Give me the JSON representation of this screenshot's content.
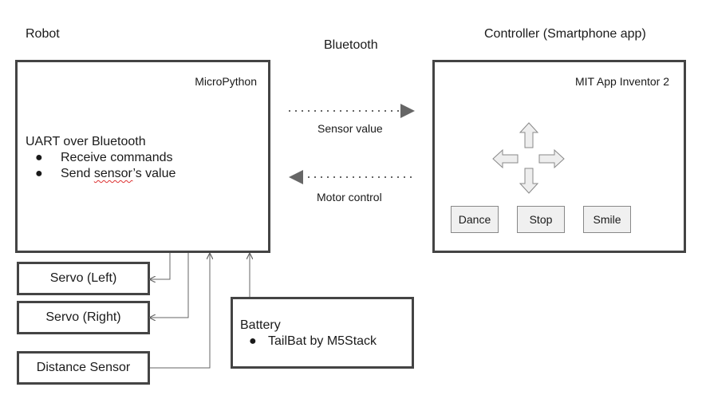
{
  "robot": {
    "title": "Robot",
    "platform": "MicroPython",
    "uart_heading": "UART over Bluetooth",
    "bullets": [
      "Receive commands",
      "Send sensor’s value"
    ]
  },
  "link": {
    "title": "Bluetooth",
    "sensor_value": "Sensor value",
    "motor_control": "Motor control"
  },
  "controller": {
    "title": "Controller (Smartphone app)",
    "platform": "MIT App Inventor 2",
    "buttons": [
      "Dance",
      "Stop",
      "Smile"
    ]
  },
  "components": {
    "servo_left": "Servo (Left)",
    "servo_right": "Servo (Right)",
    "distance_sensor": "Distance Sensor"
  },
  "battery": {
    "title": "Battery",
    "bullets": [
      "TailBat by M5Stack"
    ]
  },
  "colors": {
    "box_border": "#444444",
    "arrow_fill": "#eeeeee",
    "wire": "#666666"
  }
}
